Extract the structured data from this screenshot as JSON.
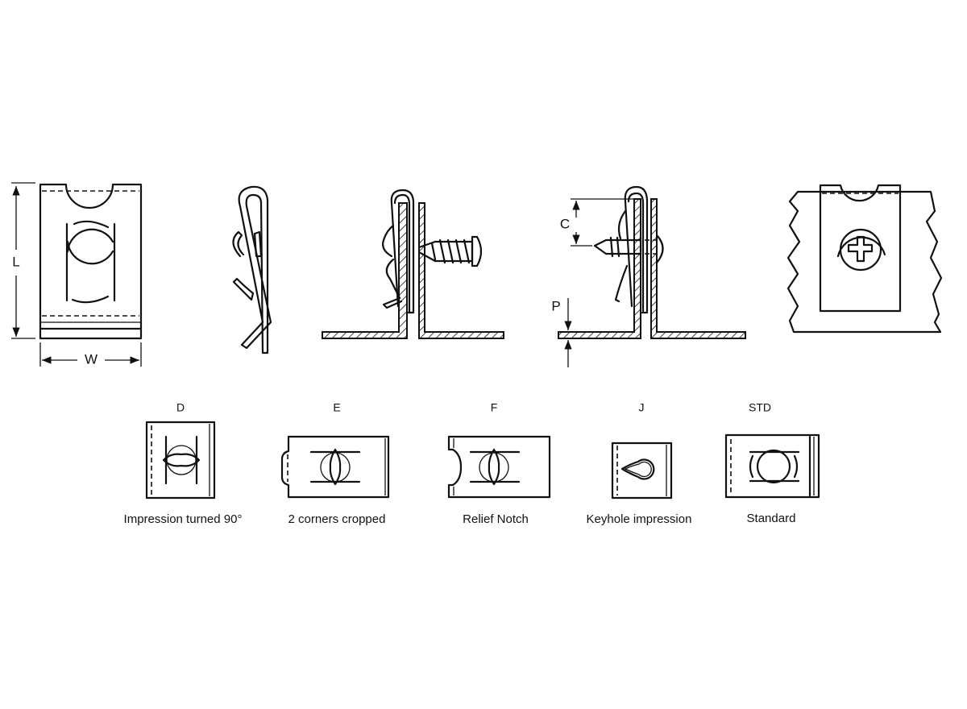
{
  "dimensions": {
    "length": "L",
    "width": "W",
    "clearance": "C",
    "panel_thickness": "P"
  },
  "variants": [
    {
      "code": "D",
      "caption": "Impression turned 90°"
    },
    {
      "code": "E",
      "caption": "2 corners cropped"
    },
    {
      "code": "F",
      "caption": "Relief Notch"
    },
    {
      "code": "J",
      "caption": "Keyhole impression"
    },
    {
      "code": "STD",
      "caption": "Standard"
    }
  ],
  "colors": {
    "line": "#111111",
    "background": "#ffffff"
  }
}
